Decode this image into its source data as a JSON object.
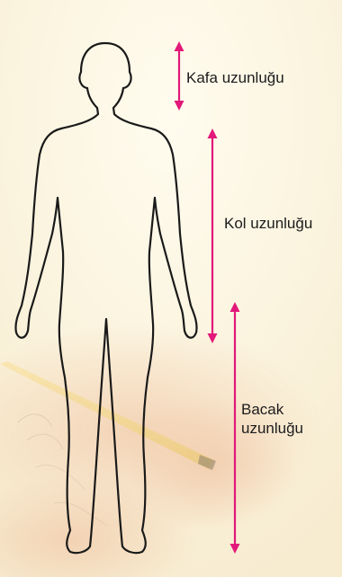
{
  "labels": {
    "head_length": "Kafa uzunluğu",
    "arm_length": "Kol uzunluğu",
    "leg_length_line1": "Bacak",
    "leg_length_line2": "uzunluğu"
  },
  "colors": {
    "background": "#fbf3dc",
    "arrow": "#e2187a",
    "outline": "#1a1a1a",
    "label_text": "#1c1c1c"
  }
}
